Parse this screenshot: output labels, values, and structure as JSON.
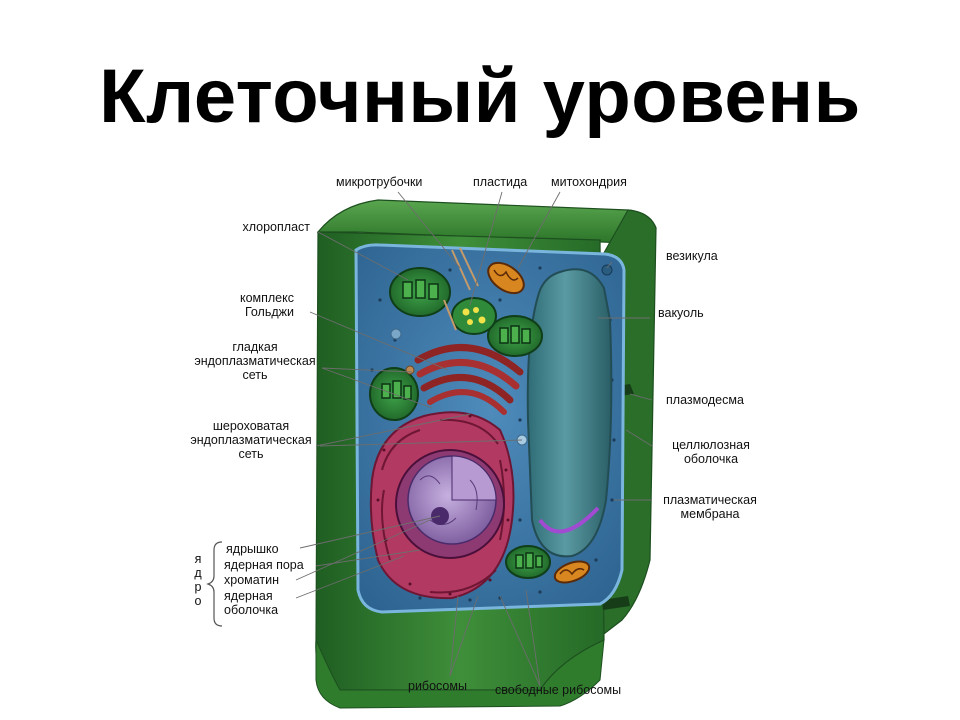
{
  "title": "Клеточный уровень",
  "labels": {
    "microtubules": "микротрубочки",
    "plastid": "пластида",
    "mitochondrion": "митохондрия",
    "chloroplast": "хлоропласт",
    "vesicle": "везикула",
    "golgi_line1": "комплекс",
    "golgi_line2": "Гольджи",
    "vacuole": "вакуоль",
    "smooth_er_line1": "гладкая",
    "smooth_er_line2": "эндоплазматическая",
    "smooth_er_line3": "сеть",
    "plasmodesma": "плазмодесма",
    "rough_er_line1": "шероховатая",
    "rough_er_line2": "эндоплазматическая",
    "rough_er_line3": "сеть",
    "cellulose_wall_line1": "целлюлозная",
    "cellulose_wall_line2": "оболочка",
    "plasma_membrane_line1": "плазматическая",
    "plasma_membrane_line2": "мембрана",
    "nucleolus": "ядрышко",
    "nuclear_pore": "ядерная пора",
    "chromatin": "хроматин",
    "nuclear_envelope_line1": "ядерная",
    "nuclear_envelope_line2": "оболочка",
    "nucleus_letters": [
      "я",
      "д",
      "р",
      "о"
    ],
    "ribosomes": "рибосомы",
    "free_ribosomes": "свободные рибосомы"
  },
  "colors": {
    "cell_wall": "#2f7a2c",
    "cytoplasm": "#3d78a6",
    "vacuole": "#3f7f8a",
    "er": "#b0305a",
    "golgi": "#9a2a2a",
    "nucleus": "#8a6aaa",
    "chloroplast": "#2c8a3a",
    "mitochondrion": "#c0721a"
  }
}
